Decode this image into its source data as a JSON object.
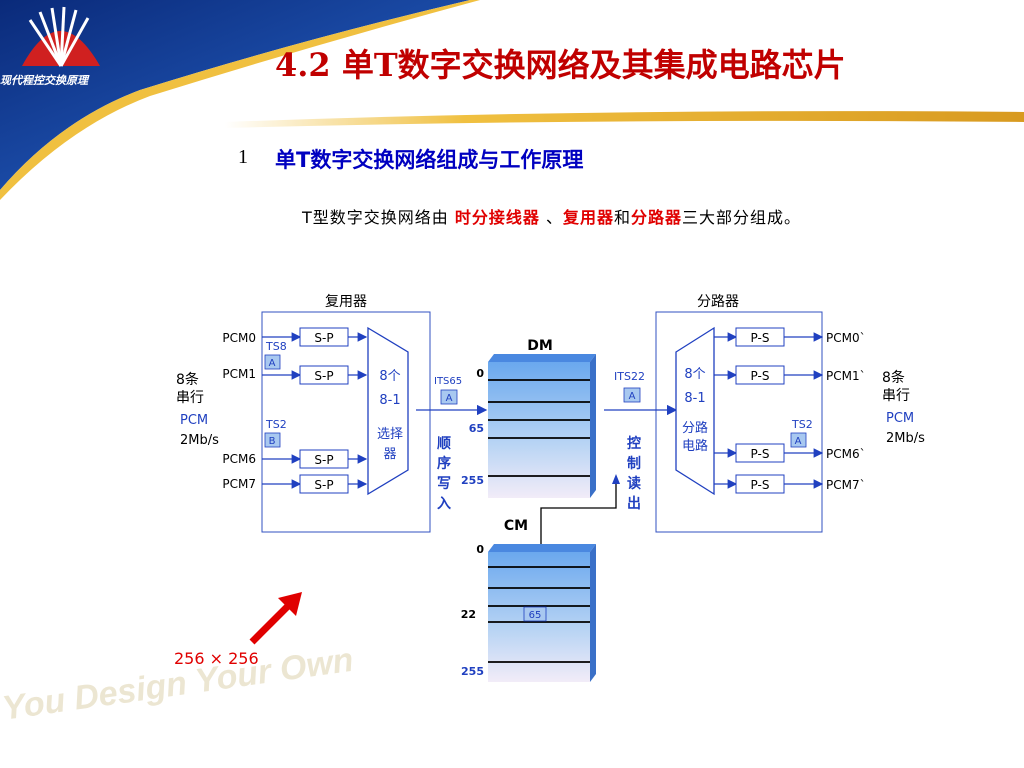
{
  "header": {
    "logo_text": "现代程控交换原理",
    "title": "4.2 单T数字交换网络及其集成电路芯片"
  },
  "subtitle": {
    "number": "1",
    "text": "单T数字交换网络组成与工作原理"
  },
  "paragraph": {
    "part1": "T型数字交换网络由 ",
    "red1": "时分接线器",
    "part2": " 、",
    "red2": "复用器",
    "part3": "和",
    "red3": "分路器",
    "part4": "三大部分组成。"
  },
  "diagram": {
    "mux_label": "复用器",
    "demux_label": "分路器",
    "dm_label": "DM",
    "cm_label": "CM",
    "sp": "S-P",
    "ps": "P-S",
    "mux_inputs": [
      "PCM0",
      "PCM1",
      "PCM6",
      "PCM7"
    ],
    "demux_outputs": [
      "PCM0`",
      "PCM1`",
      "PCM6`",
      "PCM7`"
    ],
    "left_desc": [
      "8条",
      "串行",
      "PCM",
      "2Mb/s"
    ],
    "right_desc": [
      "8条",
      "串行",
      "PCM",
      "2Mb/s"
    ],
    "ts8": "TS8",
    "ts2_left": "TS2",
    "ts2_right": "TS2",
    "box_a": "A",
    "box_b": "B",
    "selector_text": [
      "8个",
      "8-1",
      "选择",
      "器"
    ],
    "distributor_text": [
      "8个",
      "8-1",
      "分路",
      "电路"
    ],
    "its65": "ITS65",
    "its22": "ITS22",
    "write_text": [
      "顺",
      "序",
      "写",
      "入"
    ],
    "read_text": [
      "控",
      "制",
      "读",
      "出"
    ],
    "dm_addr": [
      "0",
      "65",
      "255"
    ],
    "cm_addr": [
      "0",
      "22",
      "255"
    ],
    "cm_value": "65",
    "size_label": "256 × 256"
  },
  "watermark": "You Design Your Own"
}
